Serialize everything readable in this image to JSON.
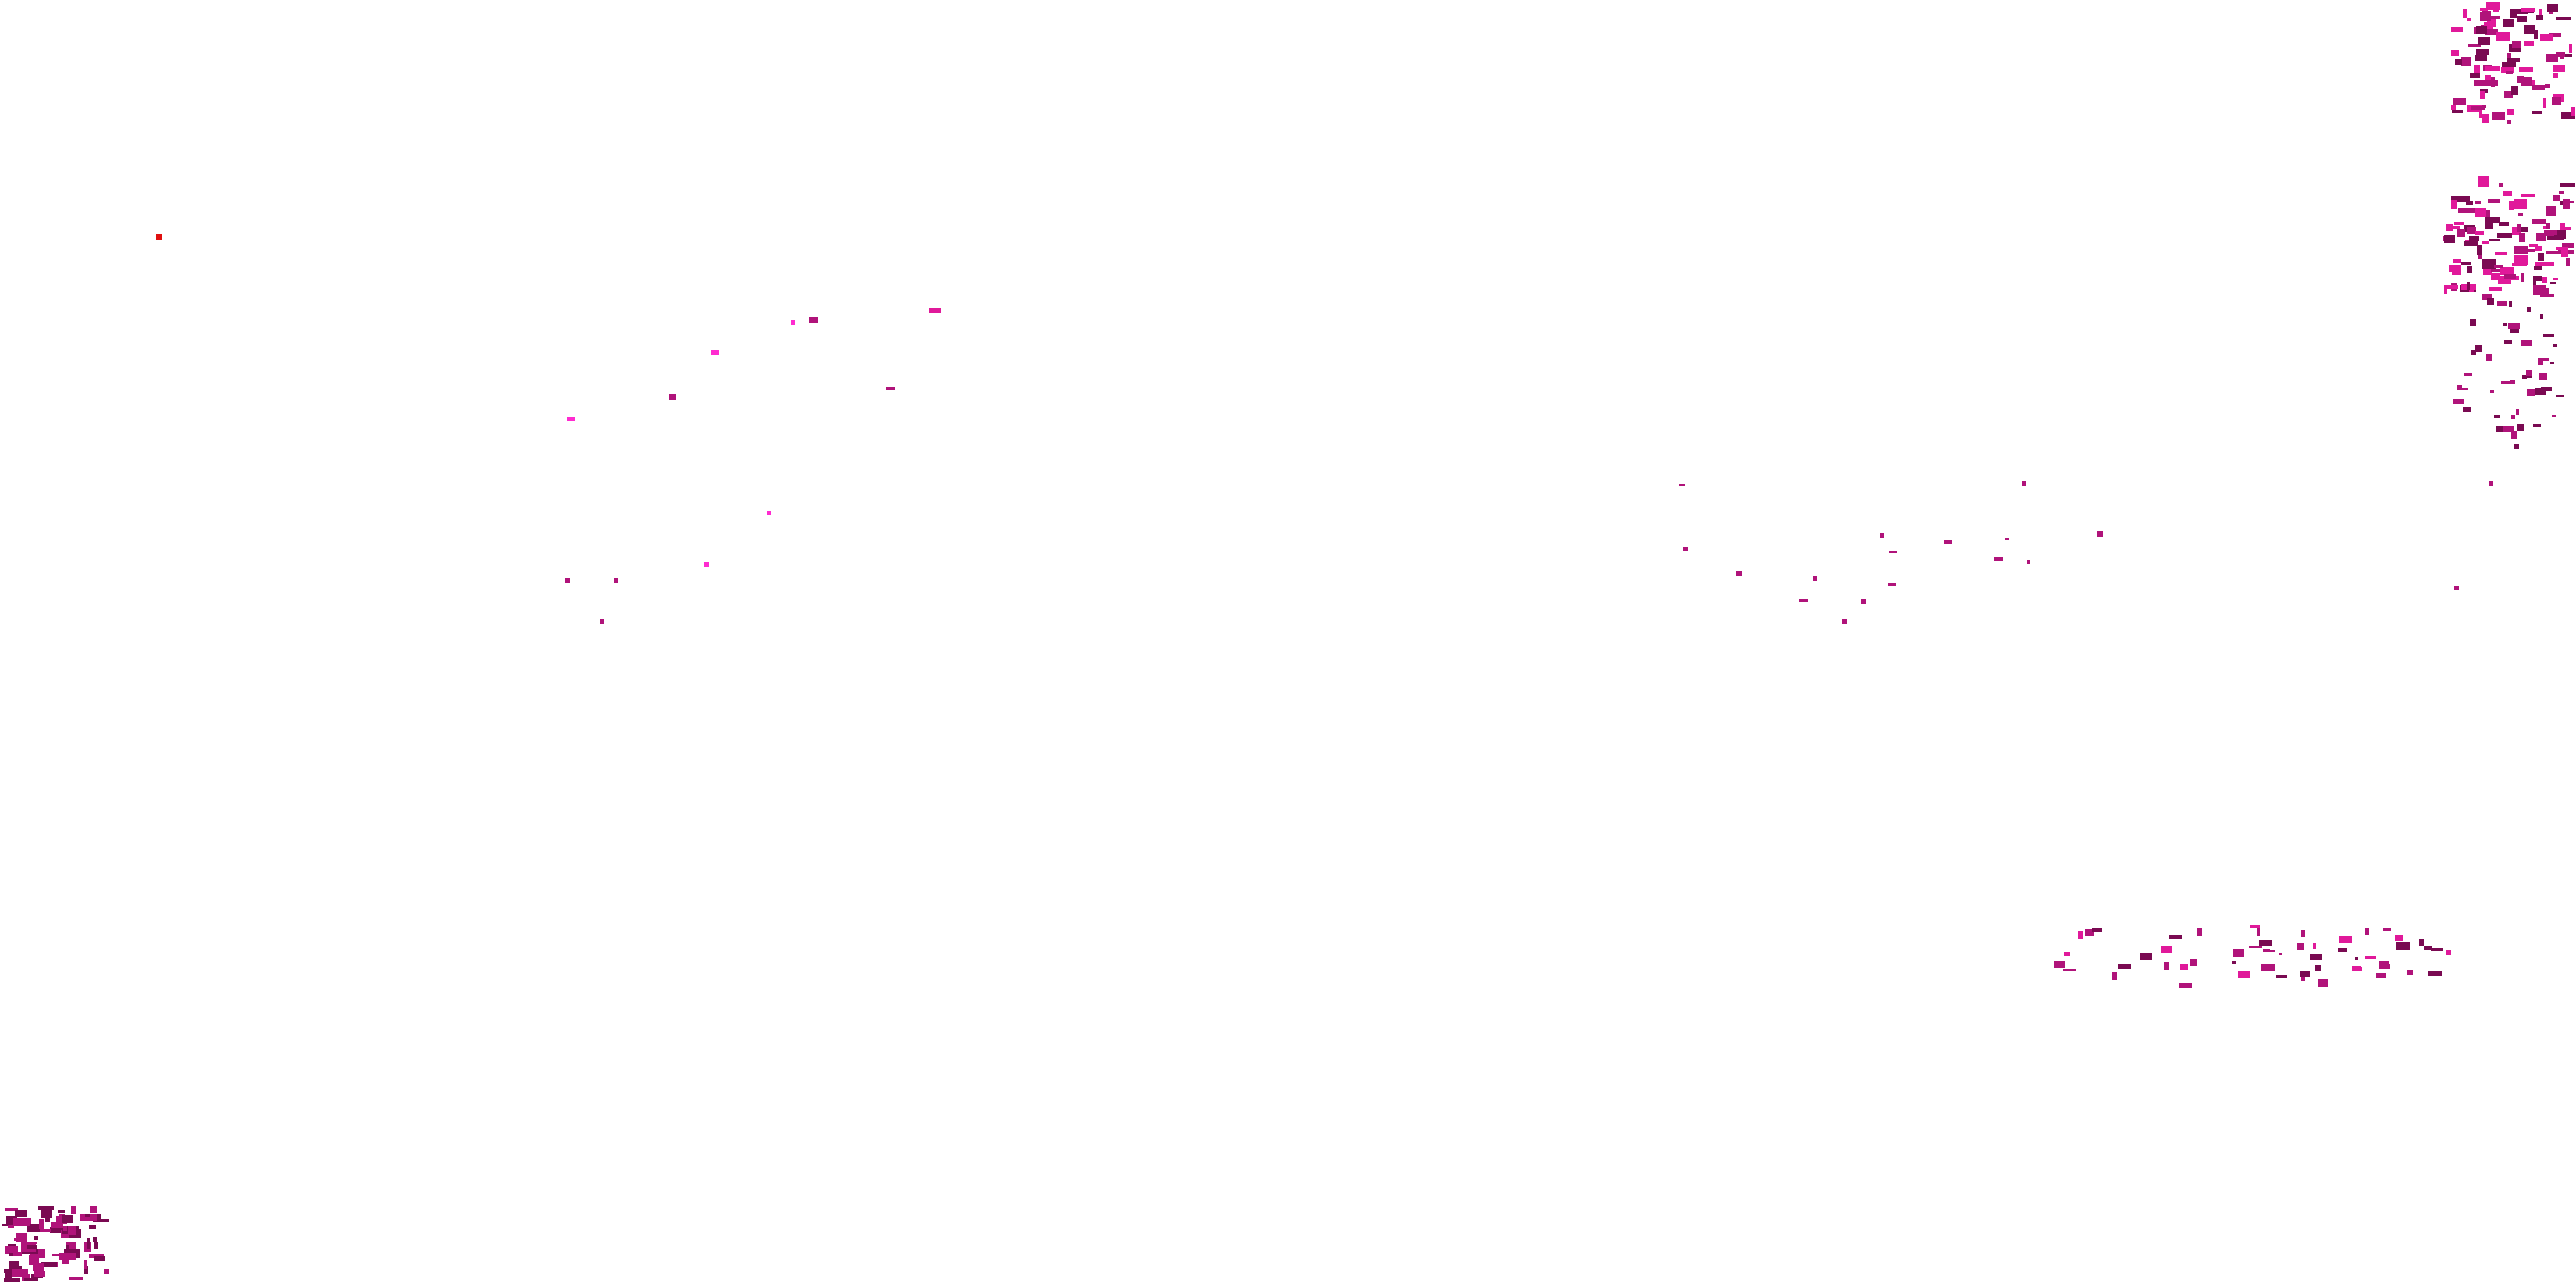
{
  "canvas": {
    "background": "#ffffff"
  },
  "palette": {
    "deep_magenta": "#7a0a52",
    "magenta": "#b0137a",
    "bright_magenta": "#e0199a",
    "pink": "#ff2bd0",
    "red": "#e01010"
  },
  "speckle_clusters": [
    {
      "name": "cluster-top-right",
      "color": "magenta"
    },
    {
      "name": "cluster-upper-right",
      "color": "bright_magenta"
    },
    {
      "name": "cluster-right-edge",
      "color": "magenta"
    },
    {
      "name": "cluster-lower-right",
      "color": "magenta"
    },
    {
      "name": "cluster-bottom-left",
      "color": "deep_magenta"
    },
    {
      "name": "scattered-middle",
      "color": "magenta"
    },
    {
      "name": "scattered-left",
      "color": "pink"
    },
    {
      "name": "red-dot",
      "color": "red"
    }
  ]
}
